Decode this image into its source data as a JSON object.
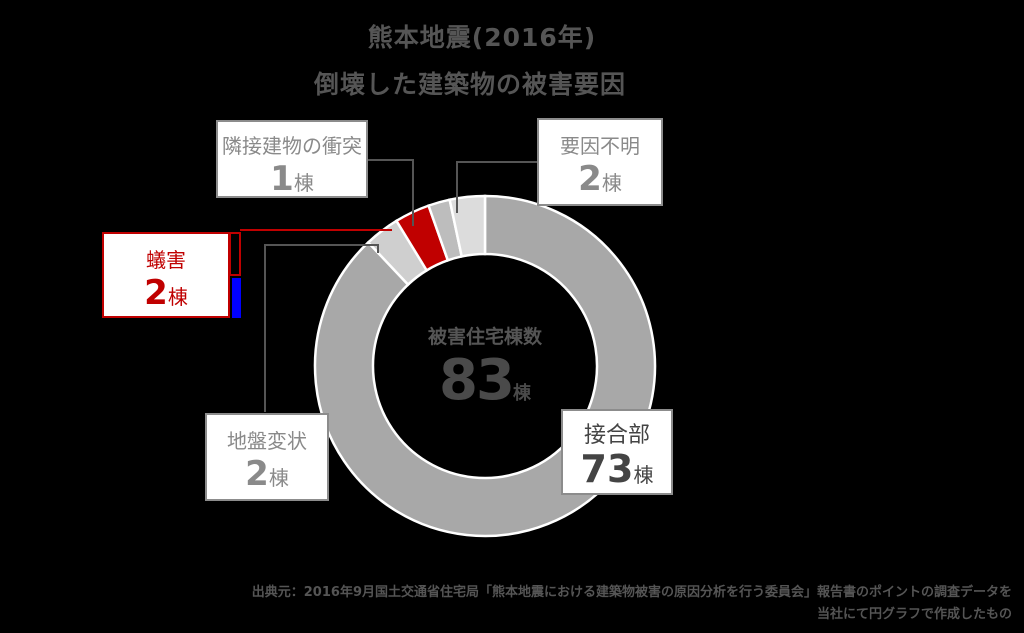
{
  "chart_data": {
    "type": "pie",
    "subtype": "donut",
    "title": "熊本地震(2016年)",
    "subtitle": "倒壊した建築物の被害要因",
    "center_label": "被害住宅棟数",
    "center_value": "83",
    "center_unit": "棟",
    "unit": "棟",
    "categories": [
      "接合部",
      "地盤変状",
      "蟻害",
      "隣接建物の衝突",
      "要因不明"
    ],
    "values": [
      73,
      2,
      2,
      1,
      2
    ],
    "colors": [
      "#a8a8a8",
      "#cfcfcf",
      "#c00000",
      "#bdbdbd",
      "#dcdcdc"
    ],
    "highlight": "蟻害",
    "legend": "callout boxes"
  },
  "title": {
    "line1": "熊本地震(2016年)",
    "line2": "倒壊した建築物の被害要因"
  },
  "callouts": [
    {
      "name": "隣接建物の衝突",
      "value": "1",
      "unit": "棟"
    },
    {
      "name": "要因不明",
      "value": "2",
      "unit": "棟"
    },
    {
      "name": "蟻害",
      "value": "2",
      "unit": "棟"
    },
    {
      "name": "地盤変状",
      "value": "2",
      "unit": "棟"
    },
    {
      "name": "接合部",
      "value": "73",
      "unit": "棟"
    }
  ],
  "center": {
    "label": "被害住宅棟数",
    "value": "83",
    "unit": "棟"
  },
  "footer": {
    "line1": "出典元：2016年9月国土交通省住宅局「熊本地震における建築物被害の原因分析を行う委員会」報告書のポイントの調査データを",
    "line2": "当社にて円グラフで作成したもの"
  },
  "colors": {
    "background": "#000000",
    "main_gray": "#a8a8a8",
    "accent_red": "#c00000",
    "text_gray": "#8a8a8a"
  }
}
